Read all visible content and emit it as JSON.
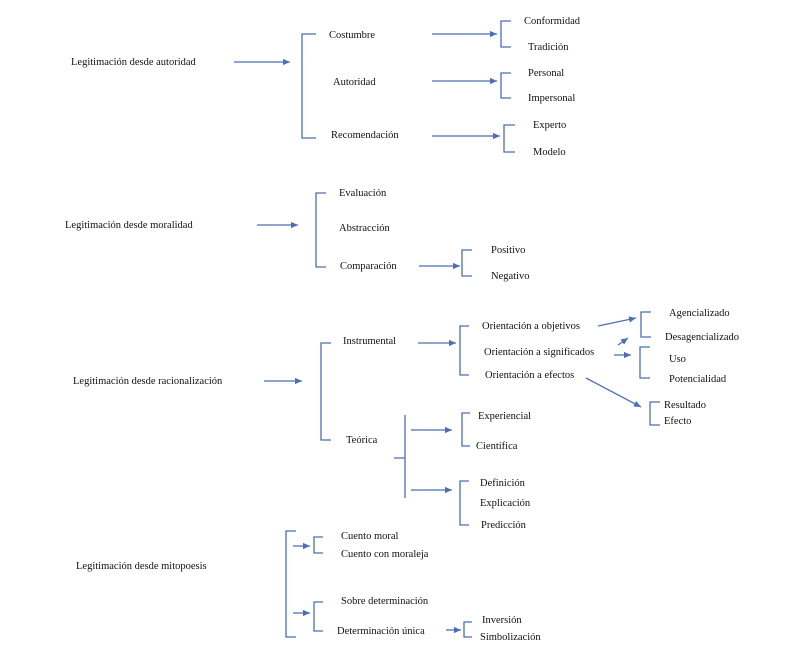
{
  "colors": {
    "line": "#4a6fb5",
    "text": "#111111",
    "background": "#ffffff"
  },
  "sections": {
    "autoridad": {
      "root": "Legitimación desde autoridad",
      "costumbre": "Costumbre",
      "conformidad": "Conformidad",
      "tradicion": "Tradición",
      "autoridad": "Autoridad",
      "personal": "Personal",
      "impersonal": "Impersonal",
      "recomendacion": "Recomendación",
      "experto": "Experto",
      "modelo": "Modelo"
    },
    "moralidad": {
      "root": "Legitimación desde moralidad",
      "evaluacion": "Evaluación",
      "abstraccion": "Abstracción",
      "comparacion": "Comparación",
      "positivo": "Positivo",
      "negativo": "Negativo"
    },
    "racionalizacion": {
      "root": "Legitimación desde racionalización",
      "instrumental": "Instrumental",
      "objetivos": "Orientación a objetivos",
      "significados": "Orientación a significados",
      "efectos": "Orientación a efectos",
      "agencializado": "Agencializado",
      "desagencializado": "Desagencializado",
      "uso": "Uso",
      "potencialidad": "Potencialidad",
      "resultado": "Resultado",
      "efecto": "Efecto",
      "teorica": "Teórica",
      "experiencial": "Experiencial",
      "cientifica": "Científica",
      "definicion": "Definición",
      "explicacion": "Explicación",
      "prediccion": "Predicción"
    },
    "mitopoesis": {
      "root": "Legitimación desde mitopoesis",
      "cuento_moral": "Cuento moral",
      "cuento_moraleja": "Cuento con moraleja",
      "sobre_determinacion": "Sobre determinación",
      "determinacion_unica": "Determinación única",
      "inversion": "Inversión",
      "simbolizacion": "Simbolización"
    }
  }
}
